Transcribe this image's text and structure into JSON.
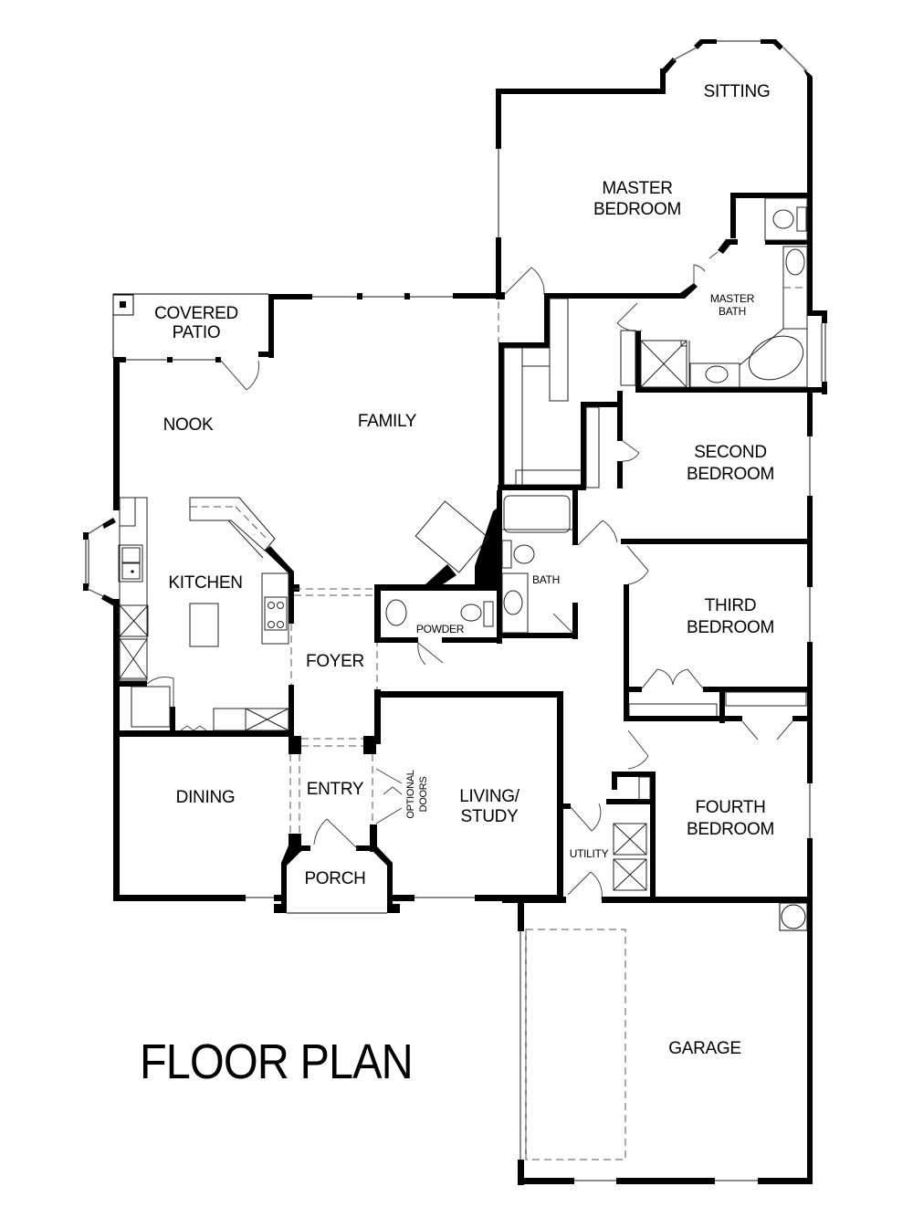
{
  "title": "FLOOR PLAN",
  "rooms": {
    "sitting": "SITTING",
    "master_bedroom_1": "MASTER",
    "master_bedroom_2": "BEDROOM",
    "master_bath_1": "MASTER",
    "master_bath_2": "BATH",
    "covered_patio_1": "COVERED",
    "covered_patio_2": "PATIO",
    "nook": "NOOK",
    "family": "FAMILY",
    "kitchen": "KITCHEN",
    "second_bedroom_1": "SECOND",
    "second_bedroom_2": "BEDROOM",
    "bath": "BATH",
    "powder": "POWDER",
    "third_bedroom_1": "THIRD",
    "third_bedroom_2": "BEDROOM",
    "foyer": "FOYER",
    "dining": "DINING",
    "entry": "ENTRY",
    "optional_doors_1": "OPTIONAL",
    "optional_doors_2": "DOORS",
    "living_study_1": "LIVING/",
    "living_study_2": "STUDY",
    "fourth_bedroom_1": "FOURTH",
    "fourth_bedroom_2": "BEDROOM",
    "utility": "UTILITY",
    "porch": "PORCH",
    "garage": "GARAGE"
  },
  "colors": {
    "wall": "#000000",
    "background": "#ffffff",
    "window": "#666666"
  }
}
